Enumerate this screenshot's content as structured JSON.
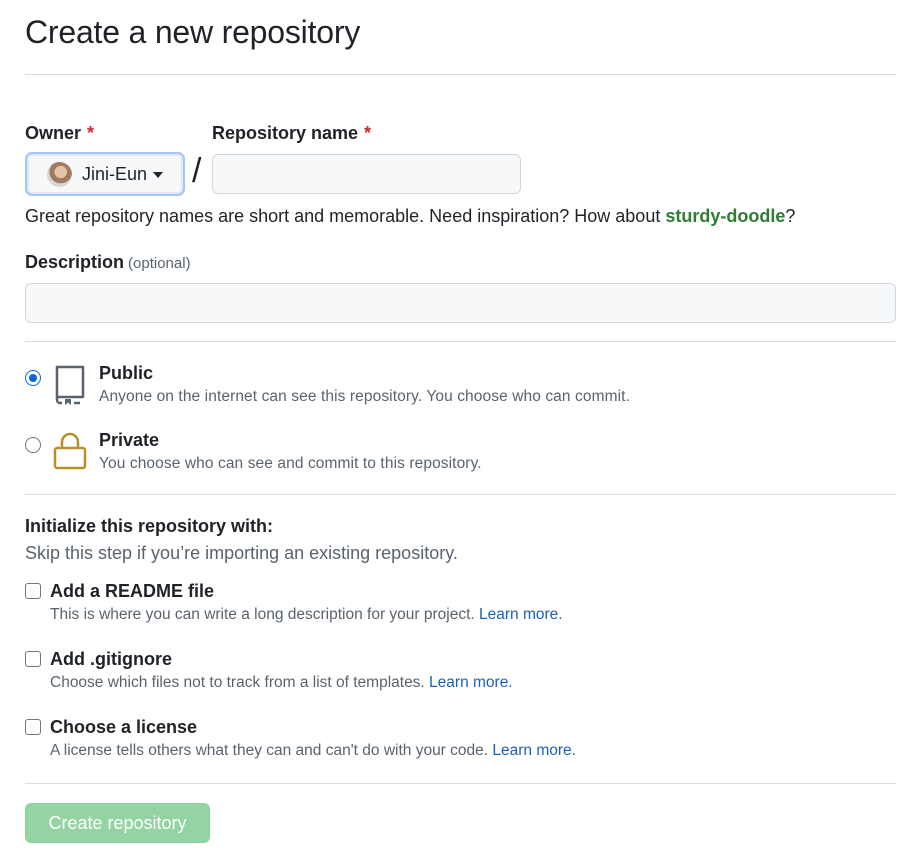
{
  "page": {
    "title": "Create a new repository"
  },
  "owner": {
    "label": "Owner",
    "required_mark": "*",
    "value": "Jini-Eun"
  },
  "repo_name": {
    "label": "Repository name",
    "required_mark": "*",
    "value": "",
    "separator": "/"
  },
  "name_hint": {
    "text": "Great repository names are short and memorable. Need inspiration? How about ",
    "suggestion": "sturdy-doodle",
    "suffix": "?"
  },
  "description": {
    "label": "Description",
    "optional": "(optional)",
    "value": ""
  },
  "visibility": {
    "selected": "public",
    "options": [
      {
        "title": "Public",
        "description": "Anyone on the internet can see this repository. You choose who can commit.",
        "icon": "repo-icon"
      },
      {
        "title": "Private",
        "description": "You choose who can see and commit to this repository.",
        "icon": "lock-icon"
      }
    ]
  },
  "initialize": {
    "title": "Initialize this repository with:",
    "subtitle": "Skip this step if you’re importing an existing repository.",
    "options": [
      {
        "title": "Add a README file",
        "description": "This is where you can write a long description for your project. ",
        "link": "Learn more.",
        "checked": false
      },
      {
        "title": "Add .gitignore",
        "description": "Choose which files not to track from a list of templates. ",
        "link": "Learn more.",
        "checked": false
      },
      {
        "title": "Choose a license",
        "description": "A license tells others what they can and can't do with your code. ",
        "link": "Learn more.",
        "checked": false
      }
    ]
  },
  "submit": {
    "label": "Create repository",
    "enabled": false
  },
  "colors": {
    "accent": "#0969da",
    "suggestion": "#2f7d32",
    "required": "#cf222e",
    "lock_icon": "#b6912a",
    "button_disabled": "#94d3a2"
  }
}
